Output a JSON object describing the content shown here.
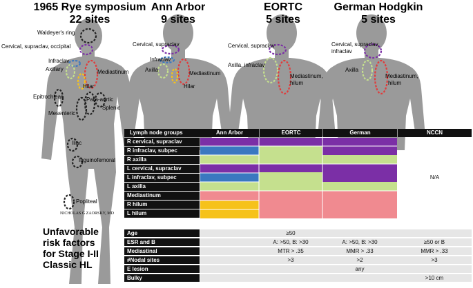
{
  "headers": [
    {
      "title": "1965 Rye symposium",
      "sites": "22 sites"
    },
    {
      "title": "Ann Arbor",
      "sites": "9 sites"
    },
    {
      "title": "EORTC",
      "sites": "5 sites"
    },
    {
      "title": "German Hodgkin",
      "sites": "5 sites"
    }
  ],
  "rye_labels": {
    "waldeyer": "Waldeyer's ring",
    "cervical": "Cervical, supraclav, occipital",
    "infraclav": "Infraclav",
    "axillary": "Axillary",
    "mediastinum": "Mediastinum",
    "hilar": "Hilar",
    "epitrochlear": "Epitrochlear",
    "para_aortic": "Para-aortic",
    "splenic": "Splenic",
    "mesenteric": "Mesenteric",
    "iliac": "Iliac",
    "inguinofemoral": "Inguinofemoral",
    "popliteal": "Popliteal"
  },
  "signature": "NICHOLAS G ZAORSKY, MD",
  "ann_arbor_labels": {
    "cervical": "Cervical, supraclav",
    "infraclav": "Infraclav",
    "axilla": "Axilla",
    "mediastinum": "Mediastinum",
    "hilar": "Hilar"
  },
  "eortc_labels": {
    "cervical": "Cervical, supraclav",
    "axilla": "Axilla, infraclav",
    "mediastinum": "Mediastinum,",
    "hilum": "hilum"
  },
  "german_labels": {
    "cervical": "Cervical, supraclav,",
    "infraclav": "infraclav",
    "axilla": "Axilla",
    "mediastinum": "Mediastinum,",
    "hilum": "hilum"
  },
  "table": {
    "corner": "Lymph node groups",
    "columns": [
      "Ann Arbor",
      "EORTC",
      "German",
      "NCCN"
    ],
    "rows": [
      "R cervical, supraclav",
      "R infraclav, subpec",
      "R axilla",
      "L cervical, supraclav",
      "L infraclav, subpec",
      "L axilla",
      "Mediastinum",
      "R hilum",
      "L hilum"
    ],
    "nccn_value": "N/A"
  },
  "risk_title": [
    "Unfavorable",
    "risk factors",
    "for Stage I-II",
    "Classic HL"
  ],
  "risk_table": {
    "rows": [
      {
        "label": "Age",
        "ann_arbor": "",
        "eortc": "≥50",
        "german": "",
        "nccn": ""
      },
      {
        "label": "ESR and B",
        "ann_arbor": "",
        "eortc": "A: >50, B: >30",
        "german": "A: >50, B: >30",
        "nccn": "≥50 or B"
      },
      {
        "label": "Mediastinal",
        "ann_arbor": "",
        "eortc": "MTR > .35",
        "german": "MMR > .33",
        "nccn": "MMR > .33"
      },
      {
        "label": "#Nodal sites",
        "ann_arbor": "",
        "eortc": ">3",
        "german": ">2",
        "nccn": ">3"
      },
      {
        "label": "E lesion",
        "ann_arbor": "",
        "eortc": "",
        "german": "any",
        "nccn": ""
      },
      {
        "label": "Bulky",
        "ann_arbor": "",
        "eortc": "",
        "german": "",
        "nccn": ">10 cm"
      }
    ]
  },
  "colors": {
    "body": "#9a9a9a",
    "purple": "#7b2fa6",
    "blue": "#3a78c0",
    "green": "#c5e08e",
    "pink": "#f08a90",
    "yellow": "#f6c21a",
    "row_gray": "#e6e6e6",
    "dark": "#111111"
  }
}
